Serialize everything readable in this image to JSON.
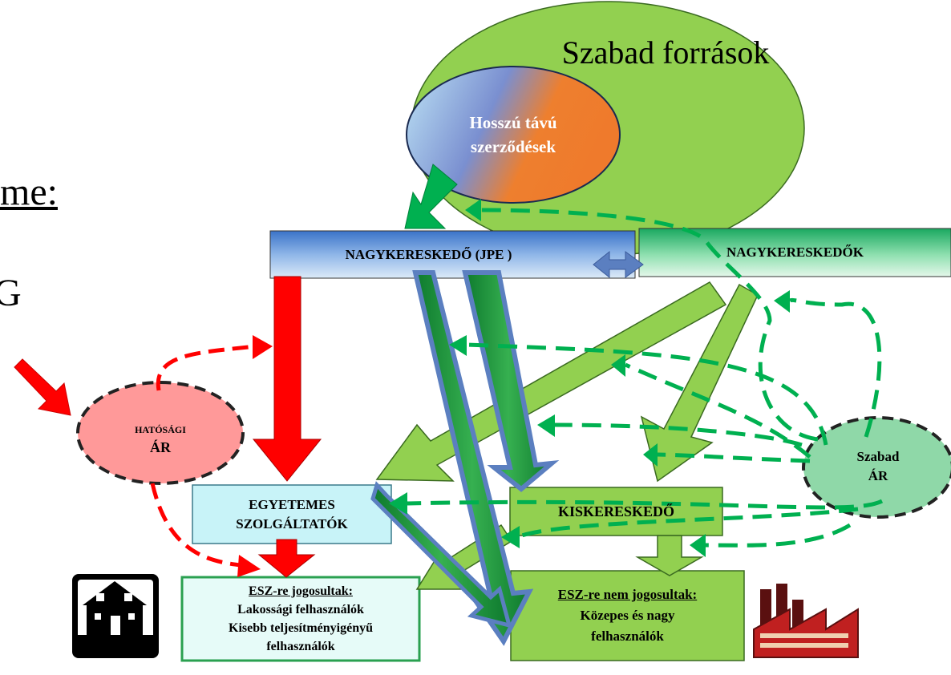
{
  "text_fragments": {
    "left_1": "me:",
    "left_2": "G"
  },
  "ellipses": {
    "free_sources": "Szabad források",
    "long_term_contracts": [
      "Hosszú távú",
      "szerződések"
    ],
    "regulated_price": [
      "HATÓSÁGI",
      "ÁR"
    ],
    "free_price": [
      "Szabad",
      "ÁR"
    ]
  },
  "boxes": {
    "wholesaler_jpe": "NAGYKERESKEDŐ (JPE )",
    "wholesalers": "NAGYKERESKEDŐK",
    "universal_service": [
      "EGYETEMES",
      "SZOLGÁLTATÓK"
    ],
    "retailer": "KISKERESKEDŐ",
    "eligible": [
      "ESZ-re jogosultak:",
      "Lakossági felhasználók",
      "Kisebb teljesítményigényű",
      "felhasználók"
    ],
    "not_eligible": [
      "ESZ-re nem jogosultak:",
      "Közepes és nagy",
      "felhasználók"
    ]
  },
  "icons": [
    "house-icon",
    "factory-icon"
  ],
  "colors": {
    "free_sources_fill": "#92d050",
    "regulated_fill": "#ff9999",
    "free_price_fill": "#8fd8a8",
    "red_arrow": "#ff0000",
    "green_dash": "#00b050",
    "blue_outline": "#5b7fc0",
    "light_green_arrow": "#92d050"
  }
}
